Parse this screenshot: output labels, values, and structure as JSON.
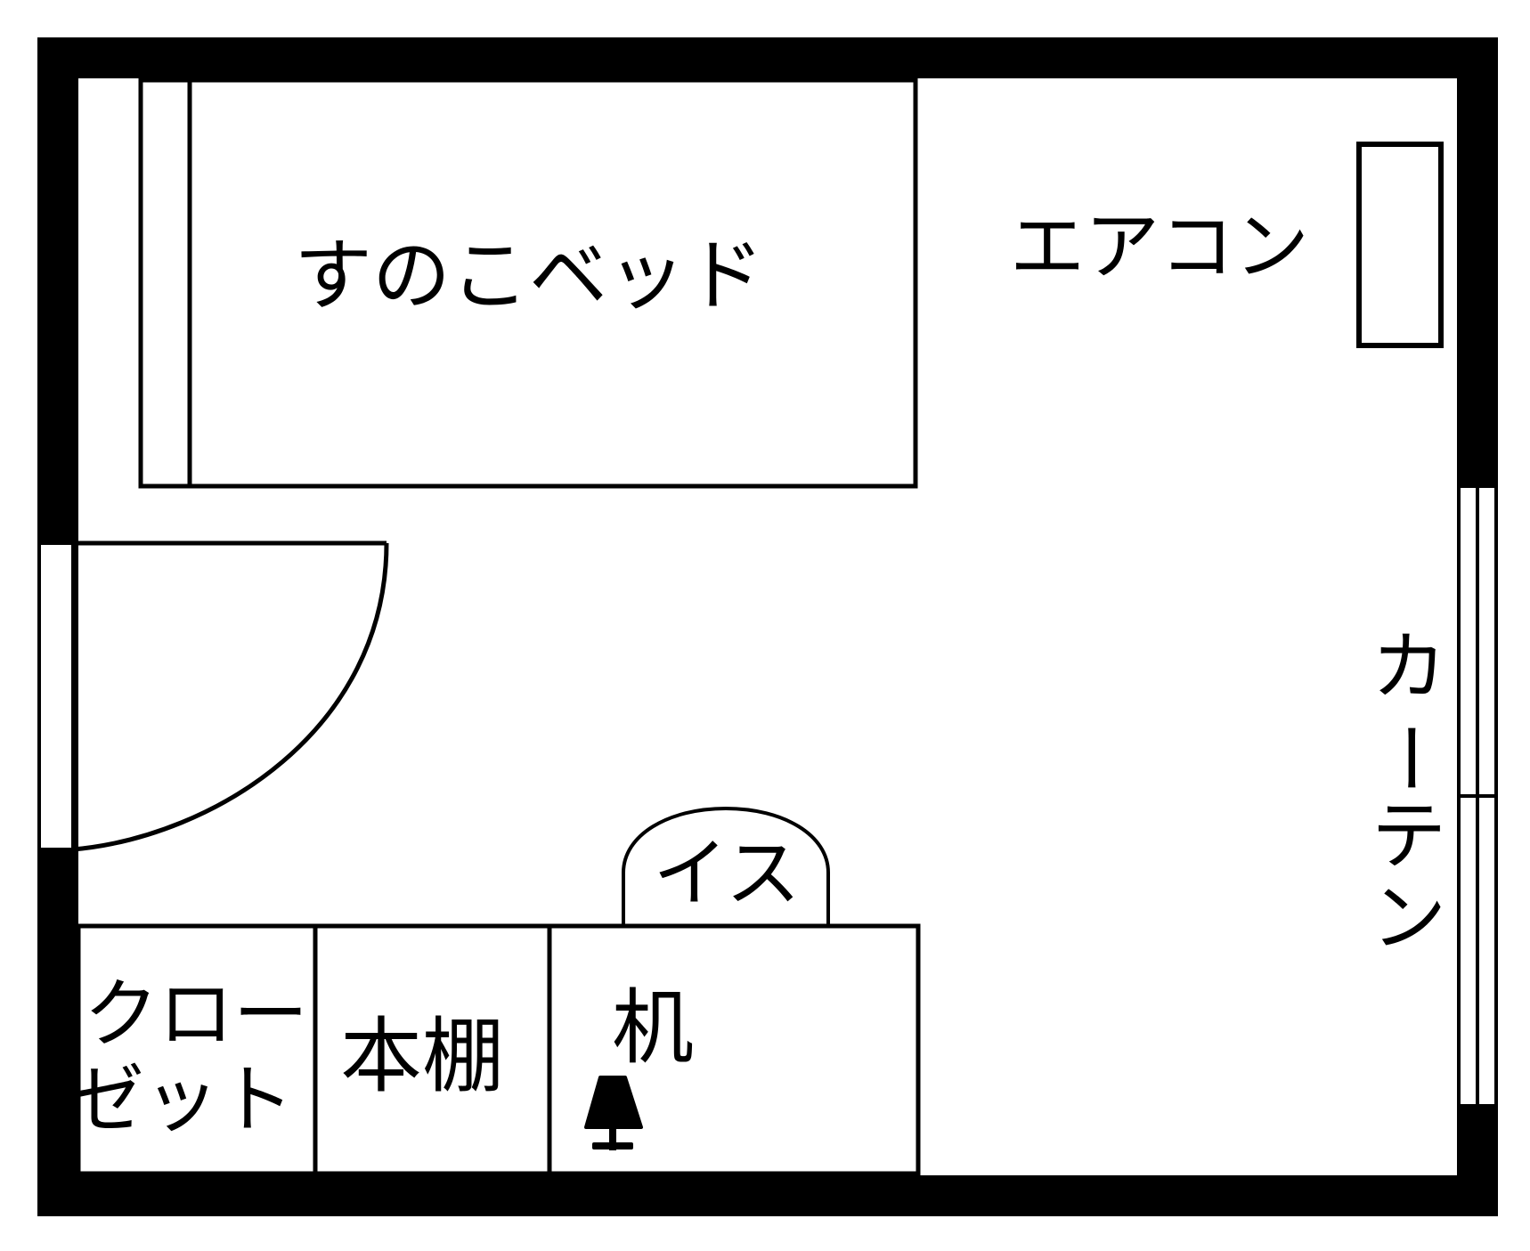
{
  "colors": {
    "wall": "#000000",
    "line": "#000000",
    "background": "#ffffff"
  },
  "labels": {
    "bed": "すのこベッド",
    "aircon": "エアコン",
    "curtain_chars": [
      "カ",
      "ー",
      "テ",
      "ン"
    ],
    "chair": "イス",
    "closet_line1": "クロー",
    "closet_line2": "ゼット",
    "bookshelf": "本棚",
    "desk": "机"
  },
  "icons": {
    "lamp": "desk-lamp-icon"
  }
}
